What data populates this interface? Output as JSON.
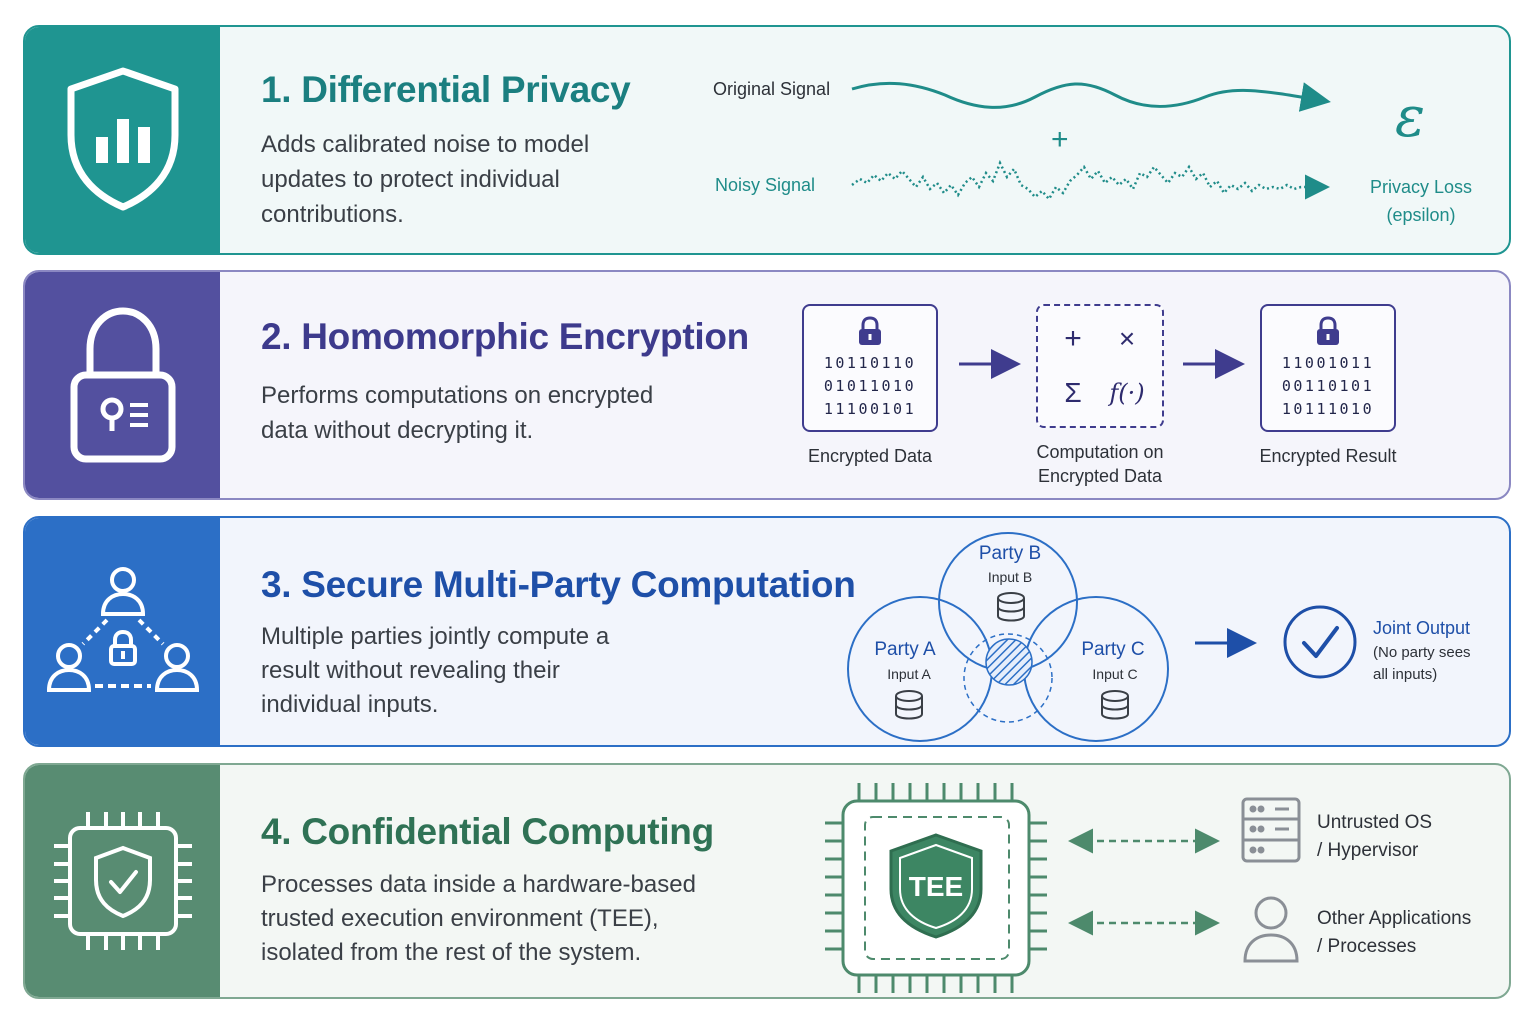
{
  "colors": {
    "dp": "#1f9591",
    "he": "#53509f",
    "smpc": "#2c6fc6",
    "cc": "#588c72"
  },
  "sections": {
    "dp": {
      "title": "1. Differential Privacy",
      "description": "Adds calibrated noise to model\nupdates to protect individual\ncontributions.",
      "icon": "shield-bar-chart-icon",
      "original_signal": "Original Signal",
      "noisy_signal": "Noisy Signal",
      "plus": "+",
      "epsilon": "ε",
      "privacy_loss": "Privacy Loss\n(epsilon)"
    },
    "he": {
      "title": "2. Homomorphic Encryption",
      "description": "Performs computations on encrypted\ndata without decrypting it.",
      "icon": "padlock-key-icon",
      "encrypted_data_bits": "10110110\n01011010\n11100101",
      "encrypted_data": "Encrypted Data",
      "ops": [
        "+",
        "×",
        "Σ",
        "f(·)"
      ],
      "computation": "Computation on\nEncrypted Data",
      "result_bits": "11001011\n00110101\n10111010",
      "encrypted_result": "Encrypted Result"
    },
    "smpc": {
      "title": "3. Secure Multi-Party Computation",
      "description": "Multiple parties jointly compute a\nresult without revealing their\nindividual inputs.",
      "icon": "network-users-lock-icon",
      "party_a": "Party A",
      "input_a": "Input A",
      "party_b": "Party B",
      "input_b": "Input B",
      "party_c": "Party C",
      "input_c": "Input C",
      "joint_output": "Joint Output",
      "joint_output_note": "(No party sees\nall inputs)"
    },
    "cc": {
      "title": "4. Confidential Computing",
      "description": "Processes data inside a hardware-based\ntrusted execution environment (TEE),\nisolated from the rest of the system.",
      "icon": "chip-shield-check-icon",
      "tee": "TEE",
      "untrusted_os": "Untrusted OS\n/ Hypervisor",
      "other_apps": "Other Applications\n/ Processes"
    }
  }
}
